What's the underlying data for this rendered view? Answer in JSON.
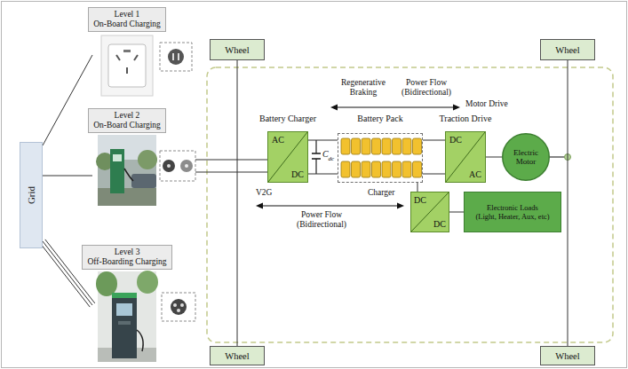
{
  "diagram": {
    "nodes": [
      {
        "text": [
          "Level 1",
          "On-Board Charging"
        ]
      },
      {
        "text": [
          "Wheel"
        ]
      },
      {
        "text": [
          "Wheel"
        ]
      },
      {
        "text": [
          "Level 2",
          "On-Board Charging"
        ]
      },
      {
        "text": [
          "Grid"
        ]
      },
      {
        "text": [
          "Battery Charger",
          "AC",
          "DC"
        ]
      },
      {
        "text": [
          "Battery Pack"
        ]
      },
      {
        "text": [
          "Traction Drive",
          "DC",
          "AC"
        ]
      },
      {
        "text": [
          "Electric Motor"
        ]
      },
      {
        "text": [
          "DC",
          "DC"
        ]
      },
      {
        "text": [
          "Electronic Loads",
          "(Light, Heater, Aux, etc)"
        ]
      },
      {
        "text": [
          "Level 3",
          "Off-Boarding Charging"
        ]
      },
      {
        "text": [
          "Wheel"
        ]
      },
      {
        "text": [
          "Wheel"
        ]
      }
    ],
    "edges": [
      {
        "from": 4,
        "to": 0,
        "arrow": "none"
      },
      {
        "from": 4,
        "to": 3,
        "arrow": "none"
      },
      {
        "from": 4,
        "to": 11,
        "arrow": "none"
      },
      {
        "from": 5,
        "to": 6,
        "arrow": "none"
      },
      {
        "from": 6,
        "to": 7,
        "arrow": "none"
      },
      {
        "from": 7,
        "to": 8,
        "arrow": "none"
      },
      {
        "from": 6,
        "to": 9,
        "arrow": "none"
      },
      {
        "from": 9,
        "to": 10,
        "arrow": "none"
      },
      {
        "from": 1,
        "to": 12,
        "arrow": "none"
      },
      {
        "from": 2,
        "to": 13,
        "arrow": "none"
      }
    ],
    "labels": [
      "Regenerative Braking",
      "Power Flow (Bidirectional)",
      "Motor Drive",
      "C",
      "dc",
      "V2G",
      "Power Flow (Bidirectional)",
      "Charger"
    ]
  }
}
